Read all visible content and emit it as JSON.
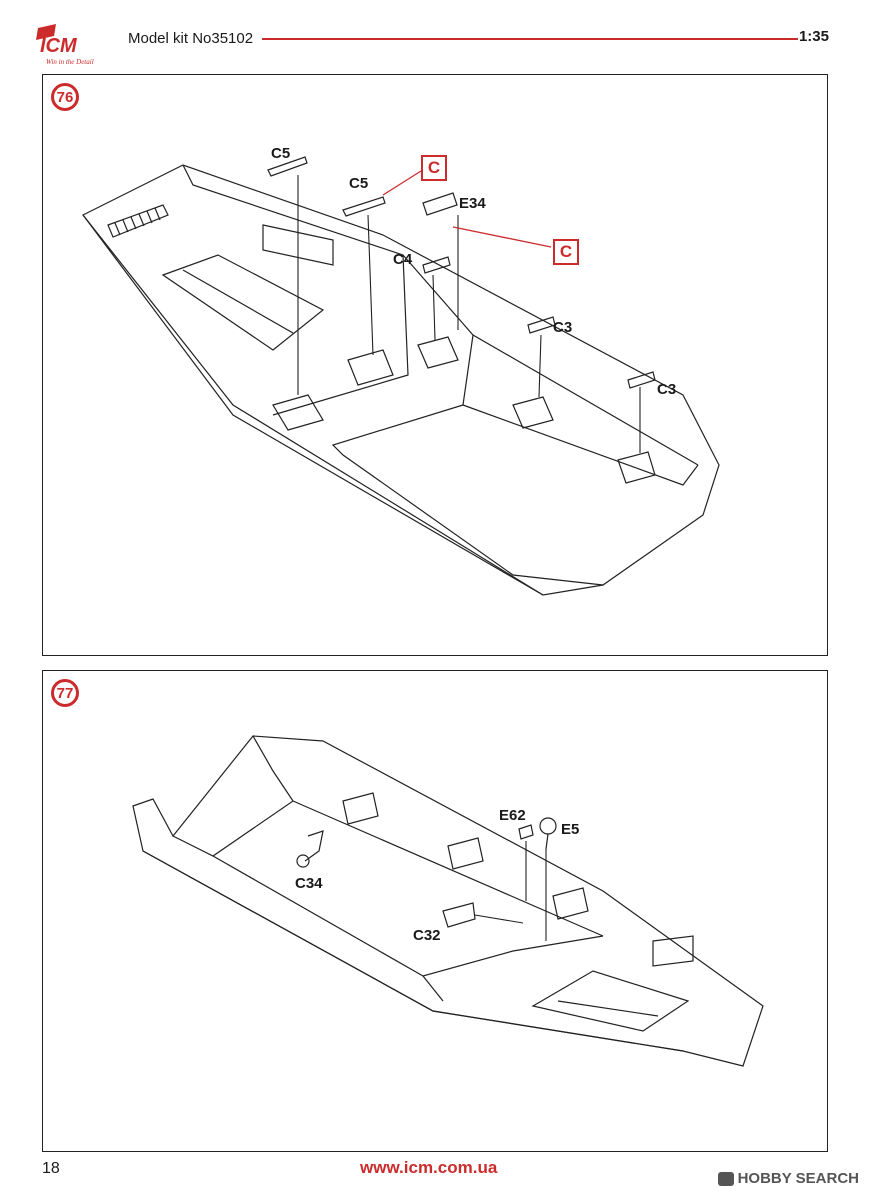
{
  "header": {
    "brand": "ICM",
    "tagline": "Win in the Detail",
    "model_kit": "Model kit No35102",
    "scale": "1:35"
  },
  "step76": {
    "number": "76",
    "labels": {
      "c5_a": "C5",
      "c5_b": "C5",
      "e34": "E34",
      "c4": "C4",
      "c3_a": "C3",
      "c3_b": "C3"
    },
    "callout_a": "C",
    "callout_b": "C"
  },
  "step77": {
    "number": "77",
    "labels": {
      "e62": "E62",
      "e5": "E5",
      "c34": "C34",
      "c32": "C32"
    }
  },
  "footer": {
    "page_number": "18",
    "url": "www.icm.com.ua",
    "watermark": "HOBBY SEARCH"
  },
  "colors": {
    "accent": "#cc2b2b",
    "line": "#222222"
  }
}
